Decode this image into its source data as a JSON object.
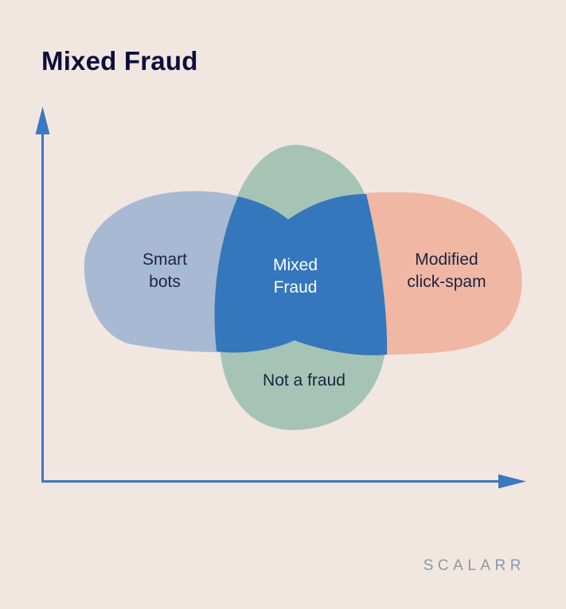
{
  "title": "Mixed Fraud",
  "colors": {
    "background": "#F2E7E0",
    "title": "#0A0E3C",
    "axis": "#3A78C0",
    "smart_bots": "#A8B9D4",
    "not_a_fraud": "#A6C4B5",
    "modified_click_spam": "#F1B7A5",
    "mixed_fraud": "#3477BD",
    "label_dark": "#1B2540",
    "label_light": "#FFFFFF",
    "brand": "#8C97A7"
  },
  "sets": {
    "smart_bots": {
      "label_lines": [
        "Smart",
        "bots"
      ]
    },
    "mixed_fraud": {
      "label_lines": [
        "Mixed",
        "Fraud"
      ]
    },
    "modified_click_spam": {
      "label_lines": [
        "Modified",
        "click-spam"
      ]
    },
    "not_a_fraud": {
      "label_lines": [
        "Not a fraud"
      ]
    }
  },
  "brand": "SCALARR"
}
